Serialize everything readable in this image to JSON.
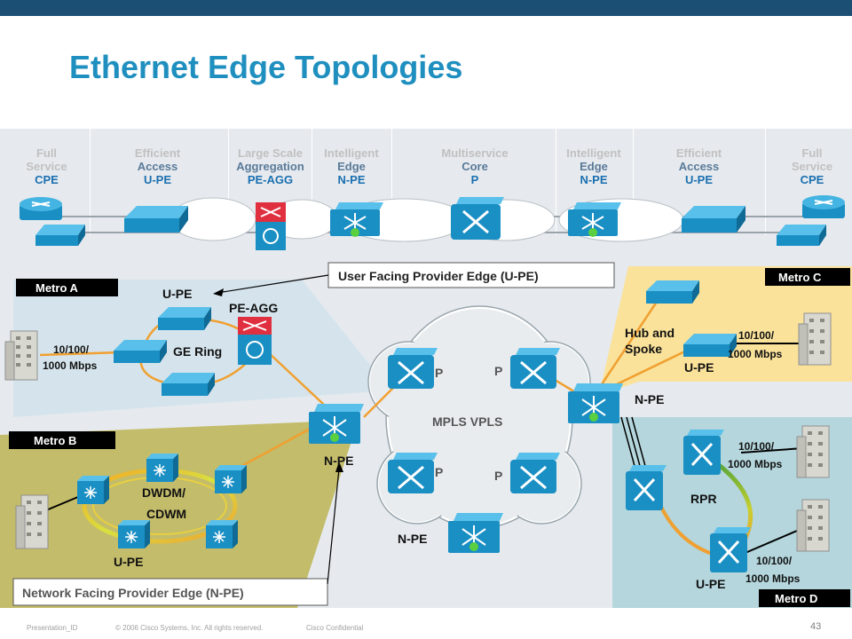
{
  "title": "Ethernet Edge Topologies",
  "columns": [
    {
      "line1": "Full",
      "line2": "Service",
      "role": "CPE"
    },
    {
      "line1": "Efficient",
      "line2": "Access",
      "role": "U-PE"
    },
    {
      "line1": "Large Scale",
      "line2": "Aggregation",
      "role": "PE-AGG"
    },
    {
      "line1": "Intelligent",
      "line2": "Edge",
      "role": "N-PE"
    },
    {
      "line1": "Multiservice",
      "line2": "Core",
      "role": "P"
    },
    {
      "line1": "Intelligent",
      "line2": "Edge",
      "role": "N-PE"
    },
    {
      "line1": "Efficient",
      "line2": "Access",
      "role": "U-PE"
    },
    {
      "line1": "Full",
      "line2": "Service",
      "role": "CPE"
    }
  ],
  "metros": {
    "a": "Metro A",
    "b": "Metro B",
    "c": "Metro C",
    "d": "Metro D"
  },
  "callouts": {
    "upe": "User Facing Provider Edge (U-PE)",
    "npe": "Network Facing Provider Edge (N-PE)"
  },
  "labels": {
    "upe_a": "U-PE",
    "peagg": "PE-AGG",
    "gering": "GE Ring",
    "speed_a1": "10/100/",
    "speed_a2": "1000 Mbps",
    "npe_left": "N-PE",
    "dwdm1": "DWDM/",
    "dwdm2": "CDWM",
    "upe_b": "U-PE",
    "mpls": "MPLS VPLS",
    "p1": "P",
    "p2": "P",
    "p3": "P",
    "p4": "P",
    "npe_bottom": "N-PE",
    "npe_right": "N-PE",
    "hub1": "Hub and",
    "hub2": "Spoke",
    "upe_c": "U-PE",
    "speed_c1": "10/100/",
    "speed_c2": "1000 Mbps",
    "rpr": "RPR",
    "speed_d1": "10/100/",
    "speed_d2": "1000 Mbps",
    "speed_d3": "10/100/",
    "speed_d4": "1000 Mbps",
    "upe_d": "U-PE"
  },
  "footer": {
    "presentation": "Presentation_ID",
    "copyright": "© 2006 Cisco Systems, Inc. All rights reserved.",
    "confidential": "Cisco Confidential",
    "page": "43"
  },
  "colors": {
    "topbar": "#1b4f73",
    "title": "#1f8fbf",
    "device": "#1a8fc4",
    "metro_label_bg": "#000000",
    "metro_a_bg": "#d5e4ec",
    "metro_b_bg": "#c3bc6a",
    "metro_c_bg": "#fae29a",
    "metro_d_bg": "#b4d6dc",
    "link": "#f0a030"
  }
}
